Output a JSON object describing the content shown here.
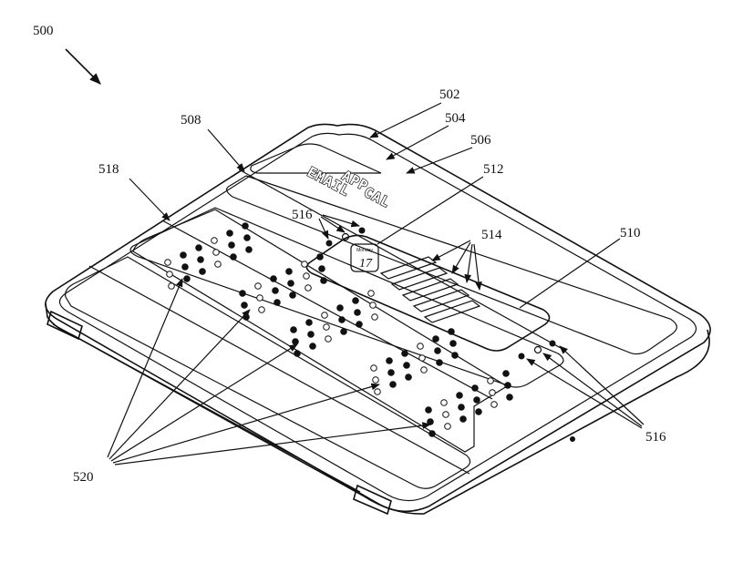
{
  "figure_number": "500",
  "cover_labels": [
    "EMAIL",
    "APP",
    "CAL"
  ],
  "calendar_icon": {
    "caption": "Monday",
    "day": "17"
  },
  "reference_numerals": {
    "r500": "500",
    "r502": "502",
    "r504": "504",
    "r506": "506",
    "r508": "508",
    "r510": "510",
    "r512": "512",
    "r514": "514",
    "r516a": "516",
    "r516b": "516",
    "r518": "518",
    "r520": "520"
  },
  "colors": {
    "line": "#111111",
    "background": "#ffffff",
    "filled_dot": "#111111"
  }
}
